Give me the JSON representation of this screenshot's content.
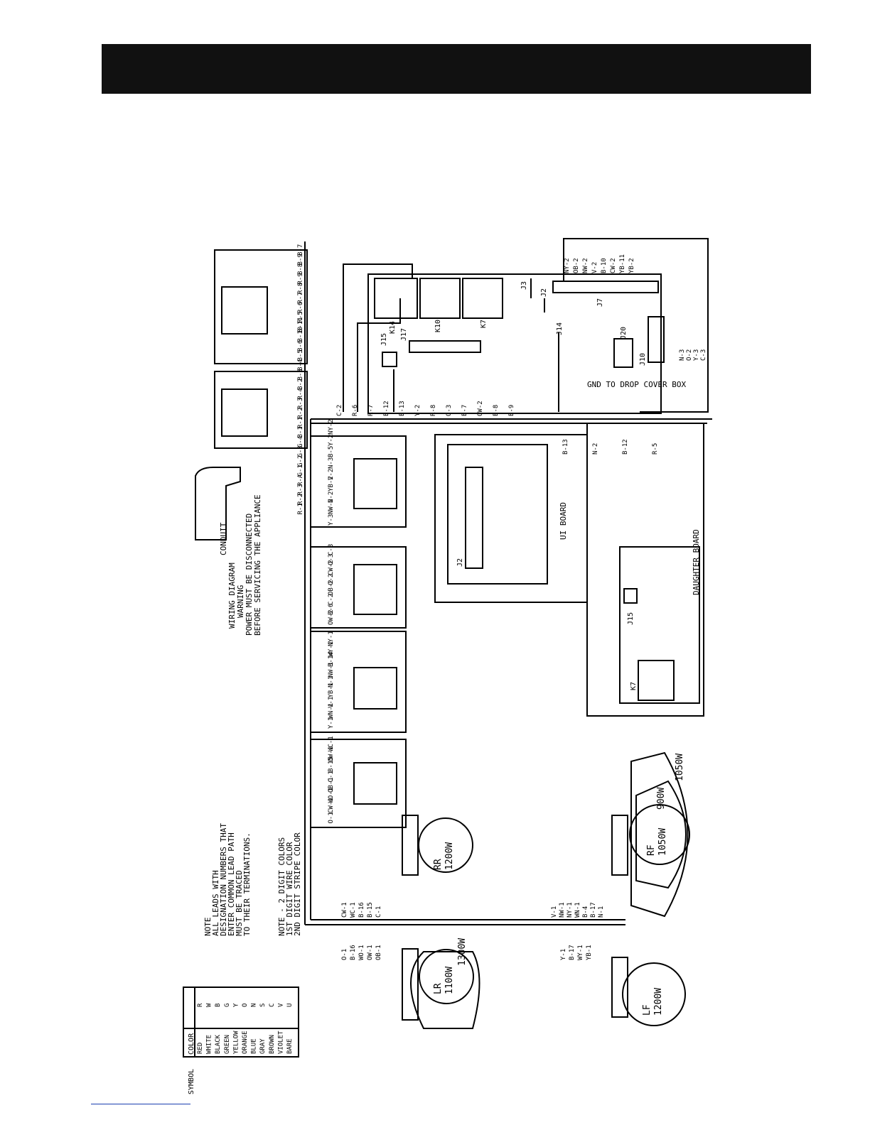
{
  "color_table": {
    "headers": [
      "COLOR",
      "SYMBOL"
    ],
    "rows": [
      [
        "RED",
        "R"
      ],
      [
        "WHITE",
        "W"
      ],
      [
        "BLACK",
        "B"
      ],
      [
        "GREEN",
        "G"
      ],
      [
        "YELLOW",
        "Y"
      ],
      [
        "ORANGE",
        "O"
      ],
      [
        "BLUE",
        "N"
      ],
      [
        "GRAY",
        "S"
      ],
      [
        "BROWN",
        "C"
      ],
      [
        "VIOLET",
        "V"
      ],
      [
        "BARE",
        "U"
      ]
    ]
  },
  "note1": [
    "NOTE",
    "ALL LEADS WITH",
    "DESIGNATION NUMBERS THAT",
    "ENTER COMMON LEAD PATH",
    "MUST BE TRACED",
    "TO THEIR TERMINATIONS."
  ],
  "note2": [
    "NOTE - 2 DIGIT COLORS",
    "1ST DIGIT WIRE COLOR",
    "2ND DIGIT STRIPE COLOR"
  ],
  "warning": [
    "WIRING DIAGRAM",
    "WARNING",
    "POWER MUST BE DISCONNECTED",
    "BEFORE SERVICING THE APPLIANCE"
  ],
  "conduit": "CONDUIT",
  "elements": [
    {
      "name": "LR",
      "w1": "1100W",
      "w2": "1300W"
    },
    {
      "name": "RR",
      "w1": "1200W"
    },
    {
      "name": "LF",
      "w1": "1200W"
    },
    {
      "name": "RF",
      "w1": "1050W",
      "w2": "900W",
      "w3": "1050W"
    }
  ],
  "boards": {
    "ui": "UI BOARD",
    "daughter": "DAUGHTER BOARD",
    "gnd": "GND TO DROP COVER BOX",
    "connectors": [
      "K14",
      "K10",
      "K7",
      "J3",
      "J2",
      "J14",
      "J15",
      "J17",
      "J7",
      "J20",
      "J10"
    ],
    "daughter_parts": [
      "J15",
      "K7"
    ],
    "ui_parts": [
      "J2"
    ]
  },
  "wire_labels": {
    "left_vertical": [
      "B-7",
      "B-9",
      "B-8",
      "R-9",
      "R-8",
      "R-7",
      "R-6",
      "R-5",
      "B-11",
      "B-10",
      "B-6",
      "B-5",
      "B-4",
      "B-3",
      "B-2",
      "R-4",
      "R-3",
      "R-2",
      "R-1",
      "B-1",
      "G-4",
      "G-3",
      "G-2",
      "G-1",
      "R-A",
      "R-3",
      "R-2",
      "R-1"
    ],
    "switch_1": [
      "NY-2",
      "Y-2",
      "B-5",
      "N-3",
      "V-2",
      "YB-2",
      "N-2",
      "NW-2",
      "Y-3"
    ],
    "switch_2": [
      "C-3",
      "O-3",
      "CW-2",
      "O-2",
      "OB-2",
      "C-2",
      "B-6",
      "OW-2"
    ],
    "switch_3": [
      "NY-1",
      "WY-1",
      "B-14",
      "NW-1",
      "N-1",
      "YB-1",
      "V-1",
      "WN-1",
      "Y-1"
    ],
    "switch_4": [
      "WC-1",
      "OW-1",
      "B-15",
      "C-1",
      "OB-1",
      "WO-1",
      "CW-1",
      "O-1"
    ],
    "board_bottom": [
      "C-2",
      "R-6",
      "R-7",
      "B-12",
      "B-13",
      "Y-2",
      "R-8",
      "O-3",
      "B-7",
      "OW-2",
      "B-8",
      "B-9"
    ],
    "j7": [
      "NY-2",
      "OB-2",
      "NW-2",
      "V-2",
      "B-10",
      "CW-2",
      "YB-11",
      "YB-2"
    ],
    "j10": [
      "N-3",
      "O-2",
      "Y-3",
      "C-3"
    ],
    "right_feed": [
      "B-13",
      "N-2",
      "B-12",
      "R-5"
    ],
    "rr_feed": [
      "CW-1",
      "WC-1",
      "B-16",
      "B-15",
      "C-1"
    ],
    "lr_feed": [
      "O-1",
      "B-16",
      "WO-1",
      "OW-1",
      "OB-1"
    ],
    "rf_feed": [
      "V-1",
      "NW-1",
      "NY-1",
      "WN-1",
      "B-4",
      "B-17",
      "N-1"
    ],
    "lf_feed": [
      "Y-1",
      "B-17",
      "WY-1",
      "YB-1"
    ]
  }
}
